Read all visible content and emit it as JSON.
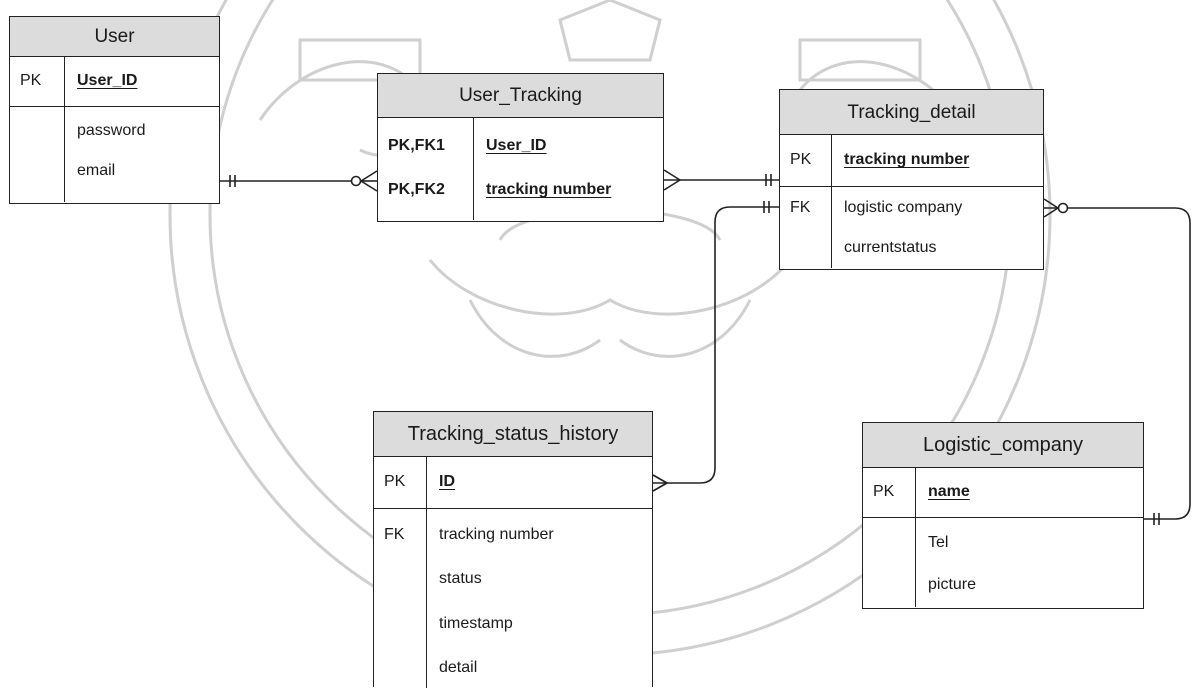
{
  "entities": {
    "user": {
      "title": "User",
      "pk_key": "PK",
      "pk_field": "User_ID",
      "fields": [
        "password",
        "email"
      ]
    },
    "user_tracking": {
      "title": "User_Tracking",
      "keys": [
        "PK,FK1",
        "PK,FK2"
      ],
      "fields": [
        "User_ID",
        "tracking number"
      ]
    },
    "tracking_detail": {
      "title": "Tracking_detail",
      "pk_key": "PK",
      "pk_field": "tracking number",
      "fk_key": "FK",
      "fields": [
        "logistic company",
        "currentstatus"
      ]
    },
    "tracking_status_history": {
      "title": "Tracking_status_history",
      "pk_key": "PK",
      "pk_field": "ID",
      "fk_key": "FK",
      "fields": [
        "tracking number",
        "status",
        "timestamp",
        "detail"
      ]
    },
    "logistic_company": {
      "title": "Logistic_company",
      "pk_key": "PK",
      "pk_field": "name",
      "fields": [
        "Tel",
        "picture"
      ]
    }
  },
  "relationships": [
    {
      "from": "User",
      "to": "User_Tracking",
      "from_end": "one-and-only-one",
      "to_end": "zero-or-many"
    },
    {
      "from": "User_Tracking",
      "to": "Tracking_detail",
      "from_end": "many",
      "to_end": "one-and-only-one"
    },
    {
      "from": "Tracking_status_history",
      "to": "Tracking_detail",
      "from_end": "many",
      "to_end": "one-and-only-one"
    },
    {
      "from": "Tracking_detail",
      "to": "Logistic_company",
      "from_end": "zero-or-many",
      "to_end": "one-and-only-one"
    }
  ],
  "colors": {
    "header_fill": "#dcdcdc",
    "border": "#222222",
    "watermark": "#c9c9c9"
  }
}
